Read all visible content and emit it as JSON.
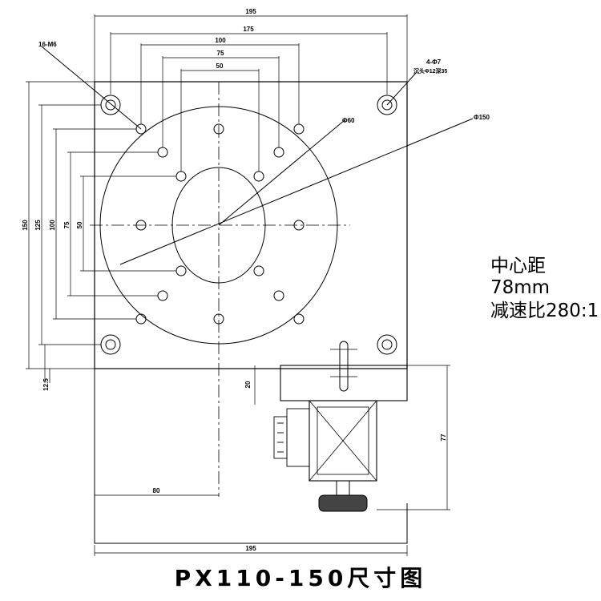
{
  "drawing": {
    "dimensions": {
      "top_width": "195",
      "top_pitch_175": "175",
      "top_pitch_100": "100",
      "top_pitch_75": "75",
      "top_pitch_50": "50",
      "left_height": "150",
      "left_pitch_125": "125",
      "left_pitch_100": "100",
      "left_pitch_75": "75",
      "left_pitch_50": "50",
      "left_offset": "12.5",
      "bottom_width": "195",
      "center_offset": "80",
      "motor_height": "77",
      "flange_height": "20"
    },
    "callouts": {
      "tapped_holes": "16-M6",
      "mount_holes_count": "4-Φ7",
      "mount_holes_counterbore": "沉头Φ12深35",
      "inner_diameter": "Φ60",
      "outer_diameter": "Φ150"
    }
  },
  "notes": {
    "center_distance": "中心距78mm",
    "reduction_ratio": "减速比280:1"
  },
  "caption": "PX110-150尺寸图"
}
